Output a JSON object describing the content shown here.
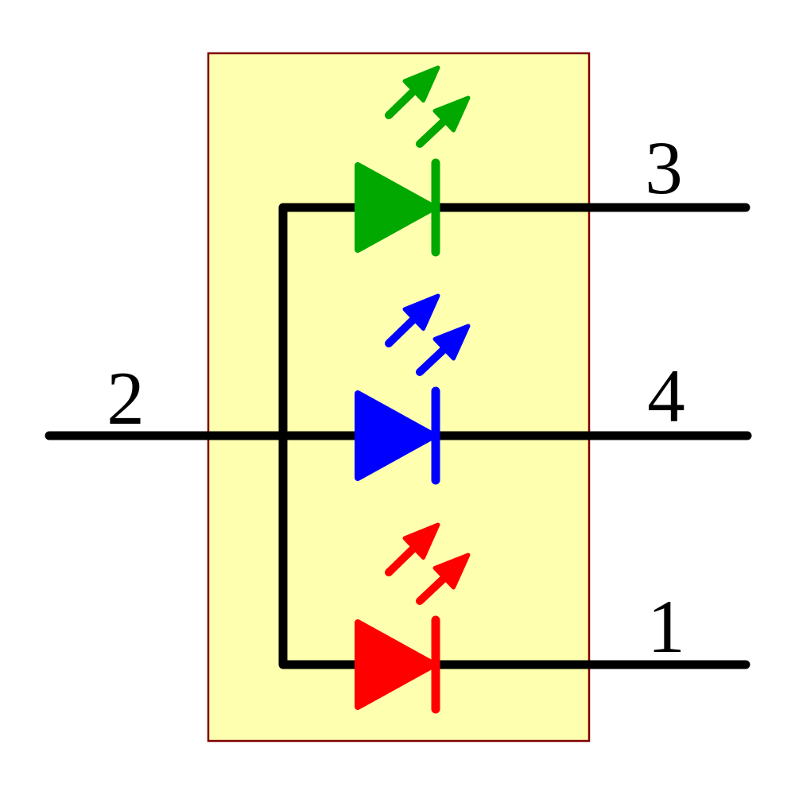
{
  "diagram": {
    "background_color": "#FFFFFF",
    "package": {
      "fill": "#FFFFB0",
      "border_color": "#7F0000"
    },
    "wire_color": "#000000",
    "label_color": "#000000",
    "pins": {
      "pin1": "1",
      "pin2": "2",
      "pin3": "3",
      "pin4": "4"
    },
    "leds": [
      {
        "name": "green-led",
        "color": "#00A800"
      },
      {
        "name": "blue-led",
        "color": "#0000FF"
      },
      {
        "name": "red-led",
        "color": "#FF0000"
      }
    ]
  }
}
